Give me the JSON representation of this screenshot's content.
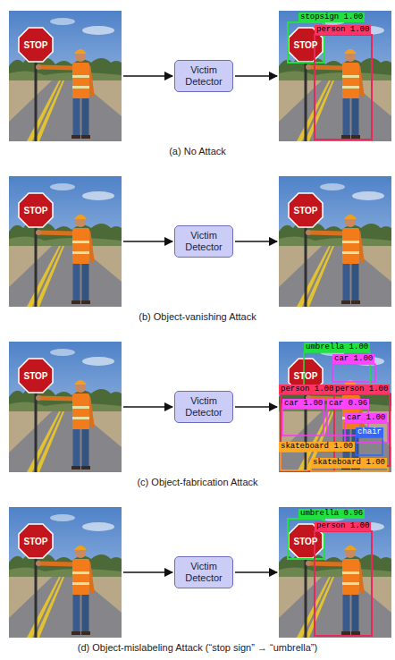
{
  "diagram": {
    "nodes": [
      {
        "text": [
          "STOP"
        ]
      },
      {
        "text": [
          "Victim Detector"
        ]
      },
      {
        "text": [
          "STOP",
          "stopsign 1.00",
          "person 1.00"
        ]
      },
      {
        "text": [
          "STOP"
        ]
      },
      {
        "text": [
          "Victim Detector"
        ]
      },
      {
        "text": [
          "STOP"
        ]
      },
      {
        "text": [
          "STOP"
        ]
      },
      {
        "text": [
          "Victim Detector"
        ]
      },
      {
        "text": [
          "STOP",
          "umbrella 1.00",
          "car 1.00",
          "person 1.00",
          "person 1.00",
          "car 1.00",
          "car 0.96",
          "car 1.00",
          "chair",
          "skateboard 1.00",
          "skateboard 1.00"
        ]
      },
      {
        "text": [
          "STOP"
        ]
      },
      {
        "text": [
          "Victim Detector"
        ]
      },
      {
        "text": [
          "STOP",
          "umbrella 0.96",
          "person 1.00"
        ]
      }
    ],
    "edges": [
      {
        "from": 0,
        "to": 1,
        "arrow": "to"
      },
      {
        "from": 1,
        "to": 2,
        "arrow": "to"
      },
      {
        "from": 3,
        "to": 4,
        "arrow": "to"
      },
      {
        "from": 4,
        "to": 5,
        "arrow": "to"
      },
      {
        "from": 6,
        "to": 7,
        "arrow": "to"
      },
      {
        "from": 7,
        "to": 8,
        "arrow": "to"
      },
      {
        "from": 9,
        "to": 10,
        "arrow": "to"
      },
      {
        "from": 10,
        "to": 11,
        "arrow": "to"
      }
    ],
    "labels": [
      "(a) No Attack",
      "(b) Object-vanishing Attack",
      "(c) Object-fabrication Attack",
      "(d) Object-mislabeling Attack (“stop sign” → “umbrella”)"
    ]
  }
}
